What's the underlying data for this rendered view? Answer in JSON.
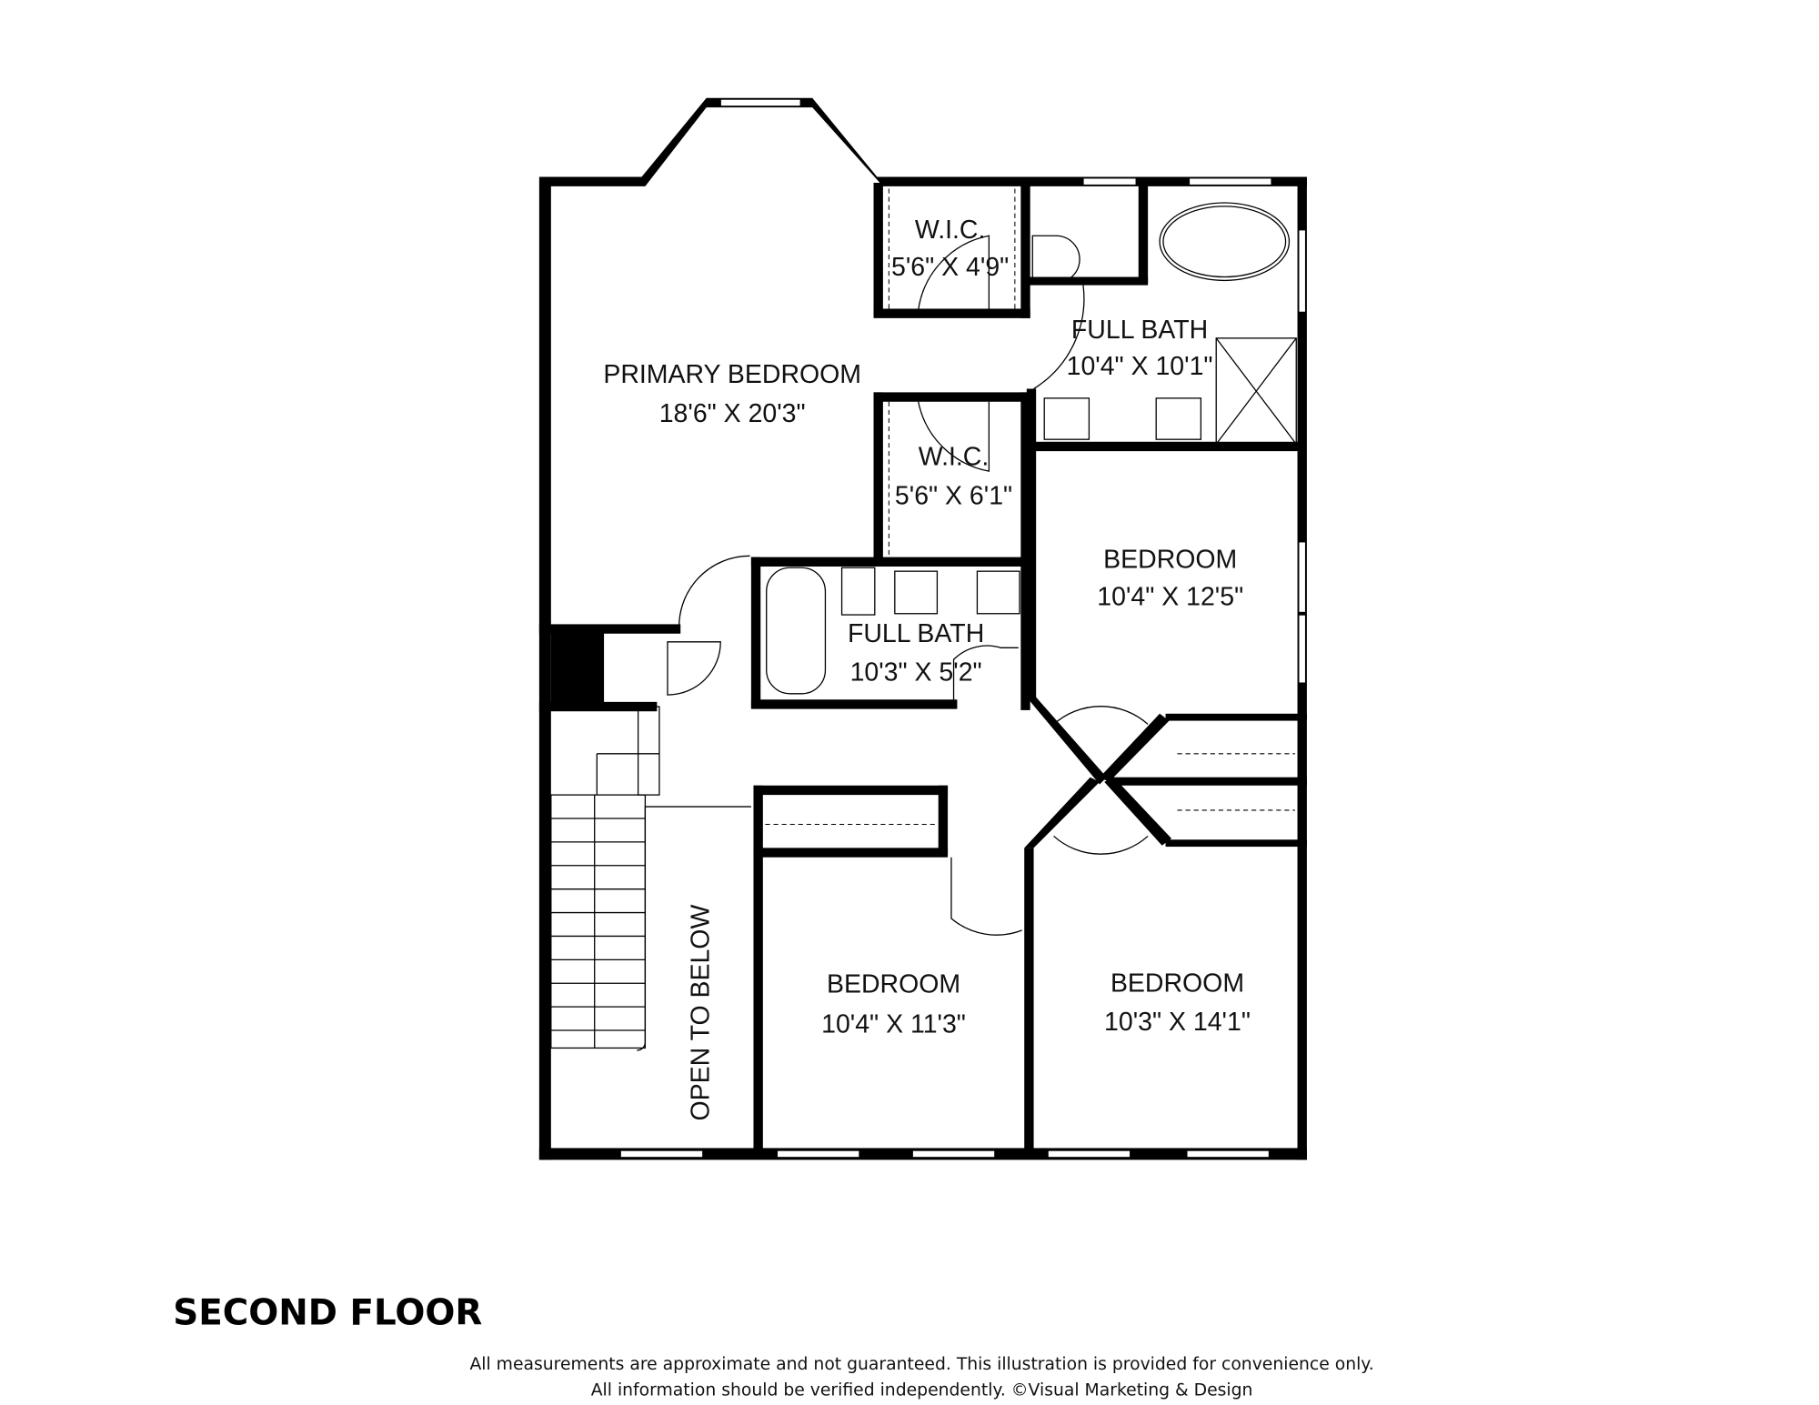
{
  "floor_title": "SECOND FLOOR",
  "disclaimer": {
    "line1": "All measurements are approximate and not guaranteed. This illustration is provided for convenience only.",
    "line2": "All information should be verified independently. ©Visual Marketing & Design"
  },
  "rooms": [
    {
      "name": "PRIMARY BEDROOM",
      "size": "18'6\" X 20'3\""
    },
    {
      "name": "W.I.C.",
      "size": "5'6\" X 4'9\""
    },
    {
      "name": "W.I.C.",
      "size": "5'6\" X 6'1\""
    },
    {
      "name": "FULL BATH",
      "size": "10'4\" X 10'1\""
    },
    {
      "name": "FULL BATH",
      "size": "10'3\" X 5'2\""
    },
    {
      "name": "BEDROOM",
      "size": "10'4\" X 12'5\""
    },
    {
      "name": "BEDROOM",
      "size": "10'4\" X 11'3\""
    },
    {
      "name": "BEDROOM",
      "size": "10'3\" X 14'1\""
    }
  ],
  "open_to_below": "OPEN TO BELOW"
}
